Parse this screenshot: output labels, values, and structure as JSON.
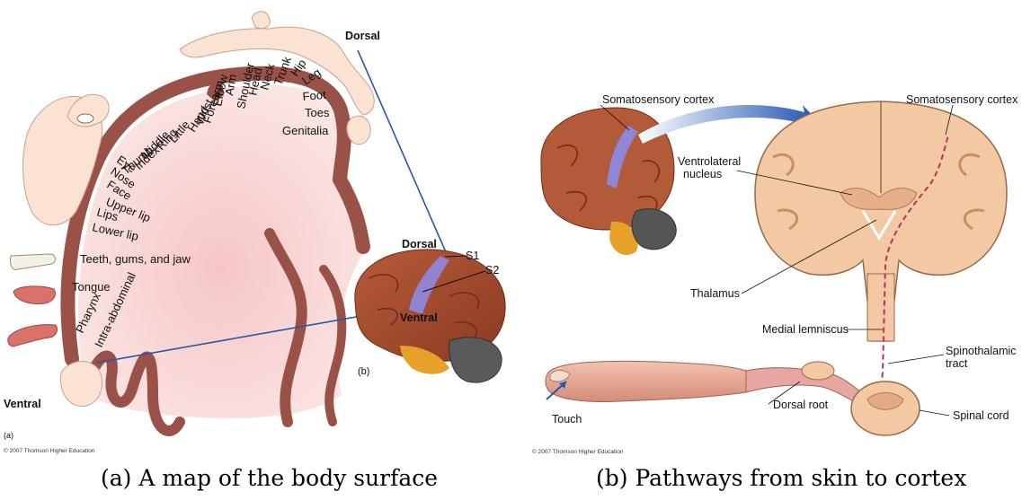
{
  "panel_a": {
    "dorsal": "Dorsal",
    "ventral": "Ventral",
    "panel_letter": "(a)",
    "inset_letter": "(b)",
    "inset_dorsal": "Dorsal",
    "inset_ventral": "Ventral",
    "s1": "S1",
    "s2": "S2",
    "copyright": "© 2007 Thomson Higher Education",
    "body_labels": [
      "Genitalia",
      "Toes",
      "Foot",
      "Leg",
      "Hip",
      "Trunk",
      "Neck",
      "Head",
      "Shoulder",
      "Arm",
      "Elbow",
      "Forearm",
      "Wrist",
      "Hand",
      "Little",
      "Ring",
      "Middle",
      "Index",
      "Thumb",
      "Eye",
      "Nose",
      "Face",
      "Upper lip",
      "Lips",
      "Lower lip",
      "Teeth, gums, and jaw",
      "Tongue",
      "Pharynx",
      "Intra-abdominal"
    ]
  },
  "panel_b": {
    "somatosensory_left": "Somatosensory cortex",
    "somatosensory_right": "Somatosensory cortex",
    "ventrolateral": "Ventrolateral",
    "nucleus": "nucleus",
    "thalamus": "Thalamus",
    "medial_lemniscus": "Medial lemniscus",
    "spinothalamic": "Spinothalamic",
    "tract": "tract",
    "dorsal_root": "Dorsal root",
    "spinal_cord": "Spinal cord",
    "touch": "Touch",
    "copyright": "© 2007 Thomson Higher Education"
  },
  "captions": {
    "a": "(a) A map of the body surface",
    "b": "(b) Pathways from skin to cortex"
  }
}
